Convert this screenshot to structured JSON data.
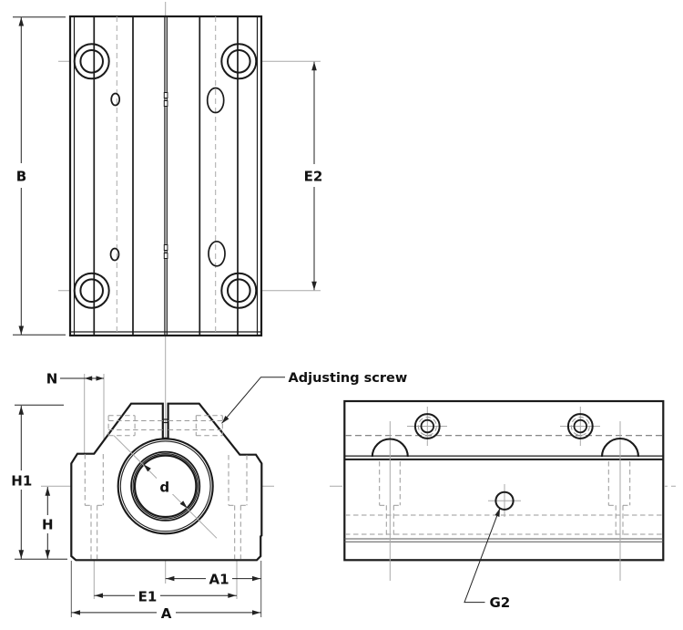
{
  "drawing": {
    "title": "Pillow block linear bearing unit - three-view technical drawing",
    "colors": {
      "line": "#1a1a1a",
      "centerline": "#a9a9a9",
      "hidden": "#999999",
      "hidden-dark": "#777777",
      "dimension": "#222222",
      "background": "#ffffff"
    },
    "labels": {
      "b": "B",
      "e2": "E2",
      "n": "N",
      "h1": "H1",
      "h": "H",
      "d": "d",
      "a1": "A1",
      "e1": "E1",
      "a": "A",
      "g2": "G2",
      "adjusting_screw": "Adjusting screw"
    }
  }
}
